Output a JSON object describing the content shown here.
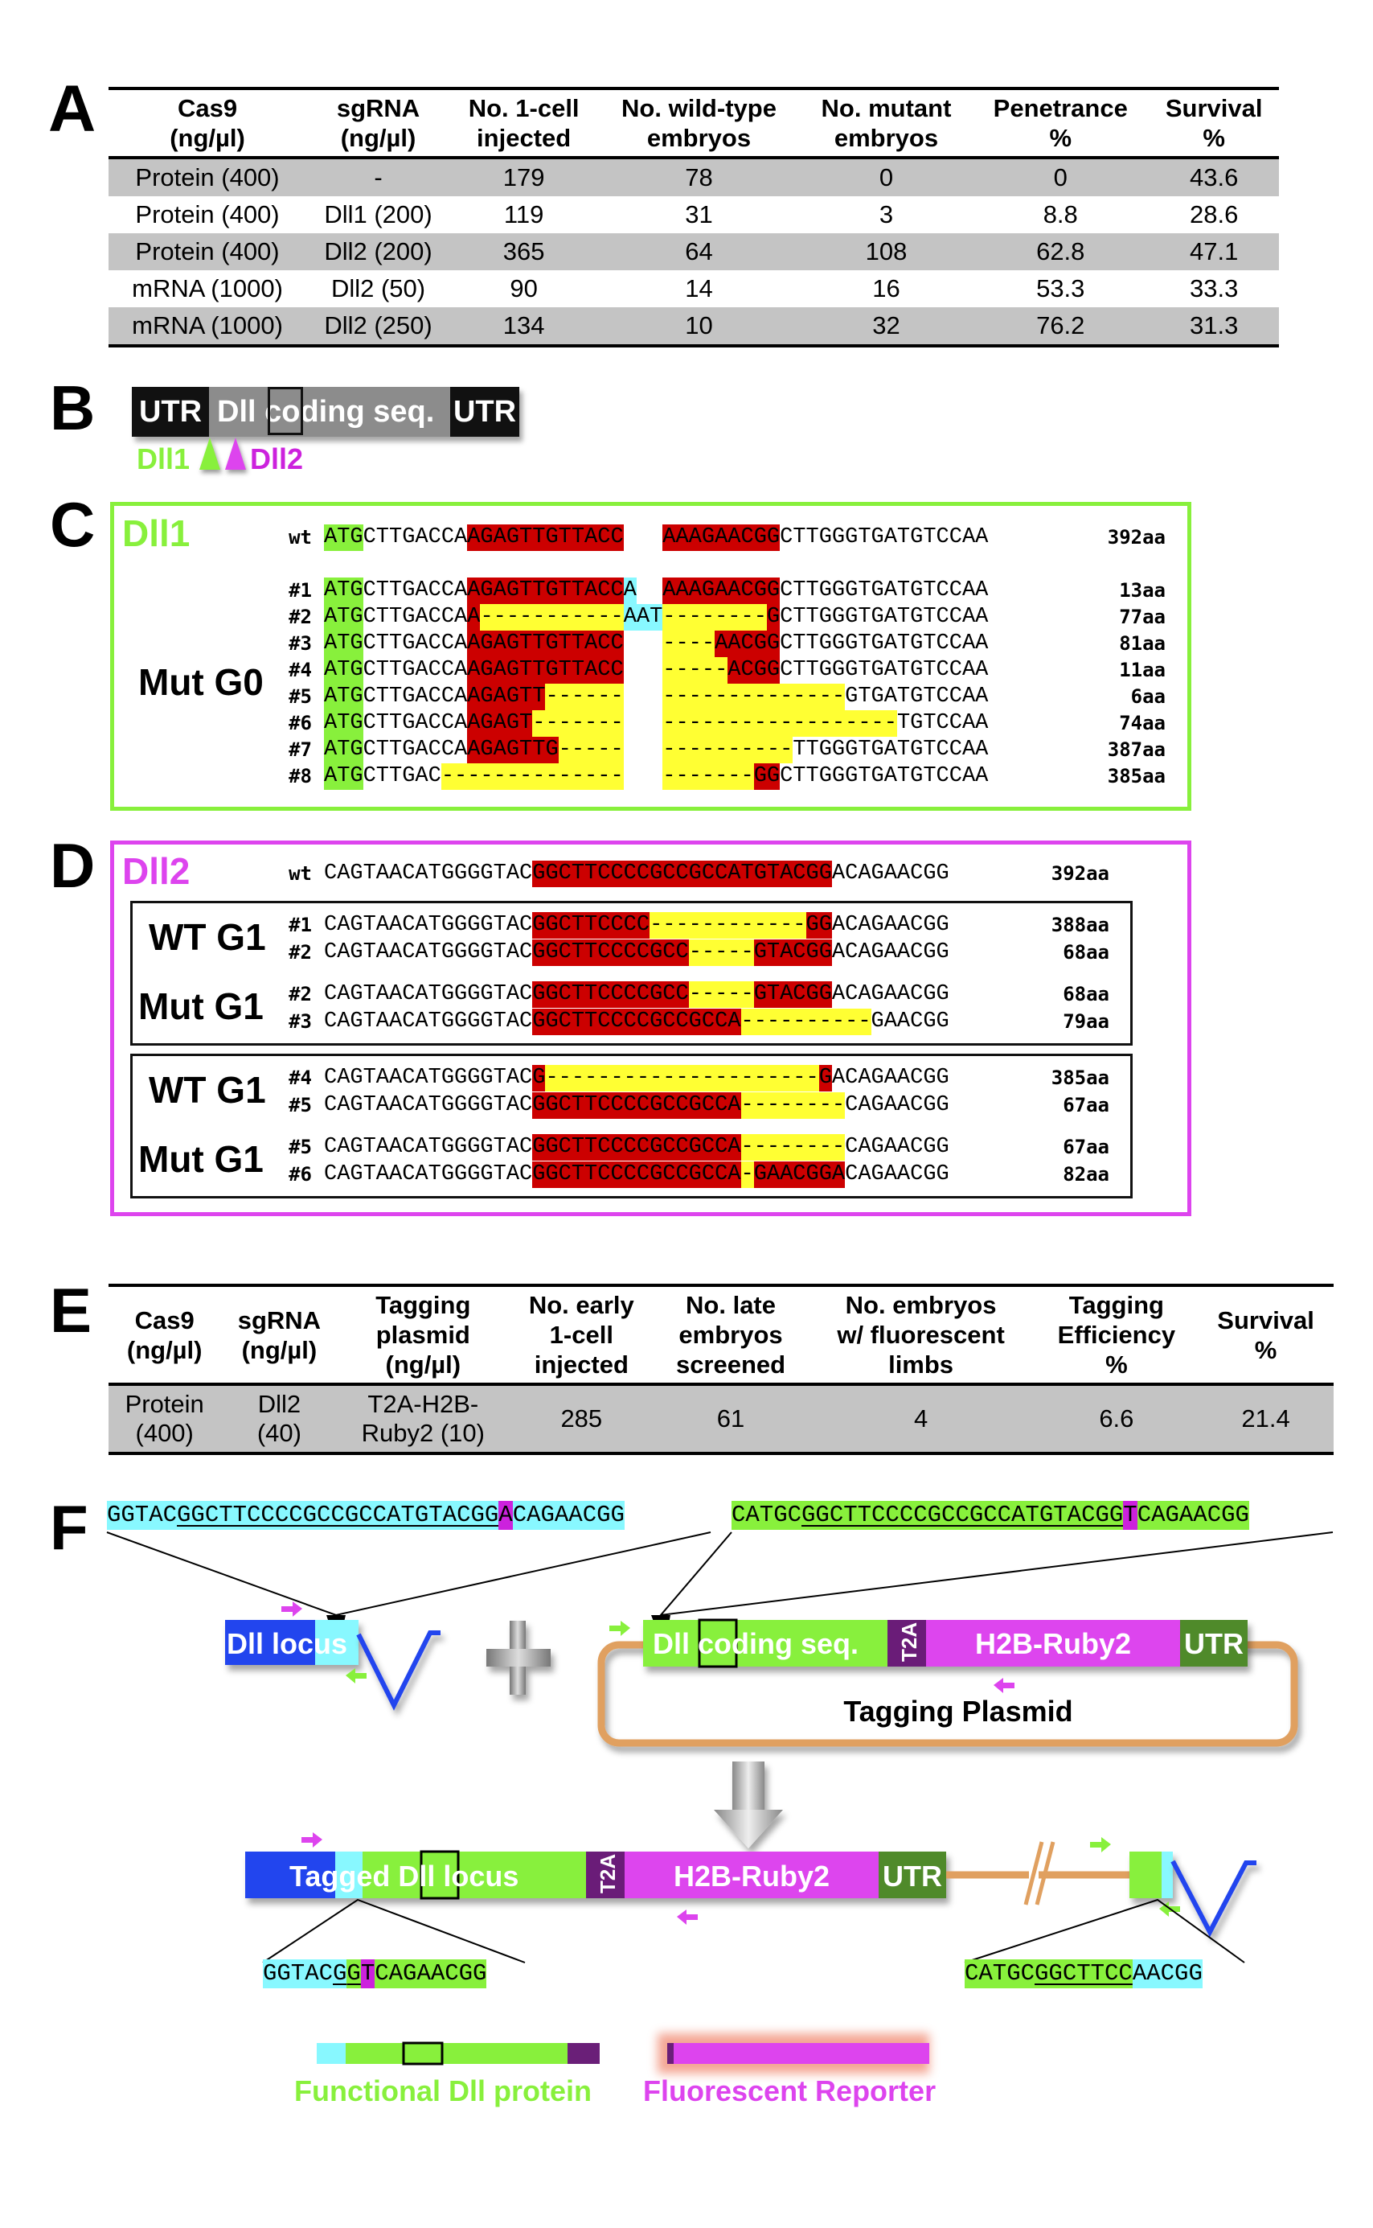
{
  "colors": {
    "green": "#88f03c",
    "magenta": "#dd44ee",
    "cyan": "#88f8ff",
    "red": "#cc0000",
    "yellow": "#ffff33",
    "blue": "#2244ee",
    "purple": "#6a1f78",
    "darkgreen": "#4f8a2a",
    "orange": "#e0a060",
    "gray": "#8c8c8c",
    "table_shade": "#c4c4c4"
  },
  "panelA": {
    "letter": "A",
    "headers": [
      [
        "Cas9",
        "(ng/µl)"
      ],
      [
        "sgRNA",
        "(ng/µl)"
      ],
      [
        "No. 1-cell",
        "injected"
      ],
      [
        "No. wild-type",
        "embryos"
      ],
      [
        "No. mutant",
        "embryos"
      ],
      [
        "Penetrance",
        "%"
      ],
      [
        "Survival",
        "%"
      ]
    ],
    "rows": [
      [
        "Protein (400)",
        "-",
        "179",
        "78",
        "0",
        "0",
        "43.6"
      ],
      [
        "Protein (400)",
        "Dll1 (200)",
        "119",
        "31",
        "3",
        "8.8",
        "28.6"
      ],
      [
        "Protein (400)",
        "Dll2 (200)",
        "365",
        "64",
        "108",
        "62.8",
        "47.1"
      ],
      [
        "mRNA (1000)",
        "Dll2 (50)",
        "90",
        "14",
        "16",
        "53.3",
        "33.3"
      ],
      [
        "mRNA (1000)",
        "Dll2 (250)",
        "134",
        "10",
        "32",
        "76.2",
        "31.3"
      ]
    ]
  },
  "panelB": {
    "letter": "B",
    "utr_left": "UTR",
    "coding_a": "Dll ",
    "coding_b": "coding seq.",
    "utr_right": "UTR",
    "site1": "Dll1",
    "site2": "Dll2"
  },
  "panelC": {
    "letter": "C",
    "gene": "Dll1",
    "group": "Mut G0",
    "rows": [
      {
        "label": "wt",
        "aa": "392aa",
        "segs": [
          [
            "ATG",
            "green"
          ],
          [
            "CTTGACCA",
            ""
          ],
          [
            "AGAGTTGTTACC",
            "red"
          ],
          [
            "   ",
            ""
          ],
          [
            "AAAGAACGG",
            "red"
          ],
          [
            "CTTGGGTGATGTCCAA",
            ""
          ]
        ]
      },
      {
        "label": "#1",
        "aa": "13aa",
        "segs": [
          [
            "ATG",
            "green"
          ],
          [
            "CTTGACCA",
            ""
          ],
          [
            "AGAGTTGTTACC",
            "red"
          ],
          [
            "A",
            "cyan"
          ],
          [
            "  ",
            ""
          ],
          [
            "AAAGAACGG",
            "red"
          ],
          [
            "CTTGGGTGATGTCCAA",
            ""
          ]
        ]
      },
      {
        "label": "#2",
        "aa": "77aa",
        "segs": [
          [
            "ATG",
            "green"
          ],
          [
            "CTTGACCA",
            ""
          ],
          [
            "A",
            "red"
          ],
          [
            "-----------",
            "yellow"
          ],
          [
            "AAT",
            "cyan"
          ],
          [
            "--------",
            "yellow"
          ],
          [
            "G",
            "red"
          ],
          [
            "CTTGGGTGATGTCCAA",
            ""
          ]
        ]
      },
      {
        "label": "#3",
        "aa": "81aa",
        "segs": [
          [
            "ATG",
            "green"
          ],
          [
            "CTTGACCA",
            ""
          ],
          [
            "AGAGTTGTTACC",
            "red"
          ],
          [
            "   ",
            ""
          ],
          [
            "----",
            "yellow"
          ],
          [
            "AACGG",
            "red"
          ],
          [
            "CTTGGGTGATGTCCAA",
            ""
          ]
        ]
      },
      {
        "label": "#4",
        "aa": "11aa",
        "segs": [
          [
            "ATG",
            "green"
          ],
          [
            "CTTGACCA",
            ""
          ],
          [
            "AGAGTTGTTACC",
            "red"
          ],
          [
            "   ",
            ""
          ],
          [
            "-----",
            "yellow"
          ],
          [
            "ACGG",
            "red"
          ],
          [
            "CTTGGGTGATGTCCAA",
            ""
          ]
        ]
      },
      {
        "label": "#5",
        "aa": "6aa",
        "segs": [
          [
            "ATG",
            "green"
          ],
          [
            "CTTGACCA",
            ""
          ],
          [
            "AGAGTT",
            "red"
          ],
          [
            "------",
            "yellow"
          ],
          [
            "   ",
            ""
          ],
          [
            "--------------",
            "yellow"
          ],
          [
            "GTGATGTCCAA",
            ""
          ]
        ]
      },
      {
        "label": "#6",
        "aa": "74aa",
        "segs": [
          [
            "ATG",
            "green"
          ],
          [
            "CTTGACCA",
            ""
          ],
          [
            "AGAGT",
            "red"
          ],
          [
            "-------",
            "yellow"
          ],
          [
            "   ",
            ""
          ],
          [
            "------------------",
            "yellow"
          ],
          [
            "TGTCCAA",
            ""
          ]
        ]
      },
      {
        "label": "#7",
        "aa": "387aa",
        "segs": [
          [
            "ATG",
            "green"
          ],
          [
            "CTTGACCA",
            ""
          ],
          [
            "AGAGTTG",
            "red"
          ],
          [
            "-----",
            "yellow"
          ],
          [
            "   ",
            ""
          ],
          [
            "----------",
            "yellow"
          ],
          [
            "TTGGGTGATGTCCAA",
            ""
          ]
        ]
      },
      {
        "label": "#8",
        "aa": "385aa",
        "segs": [
          [
            "ATG",
            "green"
          ],
          [
            "CTTGAC",
            ""
          ],
          [
            "--------------",
            "yellow"
          ],
          [
            "   ",
            ""
          ],
          [
            "-------",
            "yellow"
          ],
          [
            "GG",
            "red"
          ],
          [
            "CTTGGGTGATGTCCAA",
            ""
          ]
        ]
      }
    ]
  },
  "panelD": {
    "letter": "D",
    "gene": "Dll2",
    "wt": {
      "label": "wt",
      "aa": "392aa",
      "segs": [
        [
          "CAGTAACATGGGGTAC",
          ""
        ],
        [
          "GGCTTCCCCGCCGCCATGTACGG",
          "red"
        ],
        [
          "ACAGAACGG",
          ""
        ]
      ]
    },
    "boxes": [
      {
        "groups": [
          {
            "name": "WT G1",
            "rows": [
              {
                "label": "#1",
                "aa": "388aa",
                "segs": [
                  [
                    "CAGTAACATGGGGTAC",
                    ""
                  ],
                  [
                    "GGCTTCCCC",
                    "red"
                  ],
                  [
                    "------------",
                    "yellow"
                  ],
                  [
                    "GG",
                    "red"
                  ],
                  [
                    "ACAGAACGG",
                    ""
                  ]
                ]
              },
              {
                "label": "#2",
                "aa": "68aa",
                "segs": [
                  [
                    "CAGTAACATGGGGTAC",
                    ""
                  ],
                  [
                    "GGCTTCCCCGCC",
                    "red"
                  ],
                  [
                    "-----",
                    "yellow"
                  ],
                  [
                    "GTACGG",
                    "red"
                  ],
                  [
                    "ACAGAACGG",
                    ""
                  ]
                ]
              }
            ]
          },
          {
            "name": "Mut G1",
            "rows": [
              {
                "label": "#2",
                "aa": "68aa",
                "segs": [
                  [
                    "CAGTAACATGGGGTAC",
                    ""
                  ],
                  [
                    "GGCTTCCCCGCC",
                    "red"
                  ],
                  [
                    "-----",
                    "yellow"
                  ],
                  [
                    "GTACGG",
                    "red"
                  ],
                  [
                    "ACAGAACGG",
                    ""
                  ]
                ]
              },
              {
                "label": "#3",
                "aa": "79aa",
                "segs": [
                  [
                    "CAGTAACATGGGGTAC",
                    ""
                  ],
                  [
                    "GGCTTCCCCGCCGCCA",
                    "red"
                  ],
                  [
                    "----------",
                    "yellow"
                  ],
                  [
                    "GAACGG",
                    ""
                  ]
                ]
              }
            ]
          }
        ]
      },
      {
        "groups": [
          {
            "name": "WT G1",
            "rows": [
              {
                "label": "#4",
                "aa": "385aa",
                "segs": [
                  [
                    "CAGTAACATGGGGTAC",
                    ""
                  ],
                  [
                    "G",
                    "red"
                  ],
                  [
                    "---------------------",
                    "yellow"
                  ],
                  [
                    "G",
                    "red"
                  ],
                  [
                    "ACAGAACGG",
                    ""
                  ]
                ]
              },
              {
                "label": "#5",
                "aa": "67aa",
                "segs": [
                  [
                    "CAGTAACATGGGGTAC",
                    ""
                  ],
                  [
                    "GGCTTCCCCGCCGCCA",
                    "red"
                  ],
                  [
                    "--------",
                    "yellow"
                  ],
                  [
                    "CAGAACGG",
                    ""
                  ]
                ]
              }
            ]
          },
          {
            "name": "Mut G1",
            "rows": [
              {
                "label": "#5",
                "aa": "67aa",
                "segs": [
                  [
                    "CAGTAACATGGGGTAC",
                    ""
                  ],
                  [
                    "GGCTTCCCCGCCGCCA",
                    "red"
                  ],
                  [
                    "--------",
                    "yellow"
                  ],
                  [
                    "CAGAACGG",
                    ""
                  ]
                ]
              },
              {
                "label": "#6",
                "aa": "82aa",
                "segs": [
                  [
                    "CAGTAACATGGGGTAC",
                    ""
                  ],
                  [
                    "GGCTTCCCCGCCGCCA",
                    "red"
                  ],
                  [
                    "-",
                    "yellow"
                  ],
                  [
                    "GAACGGA",
                    "red"
                  ],
                  [
                    "CAGAACGG",
                    ""
                  ]
                ]
              }
            ]
          }
        ]
      }
    ]
  },
  "panelE": {
    "letter": "E",
    "headers": [
      [
        "Cas9",
        "(ng/µl)"
      ],
      [
        "sgRNA",
        "(ng/µl)"
      ],
      [
        "Tagging",
        "plasmid",
        "(ng/µl)"
      ],
      [
        "No. early",
        "1-cell",
        "injected"
      ],
      [
        "No. late",
        "embryos",
        "screened"
      ],
      [
        "No. embryos",
        "w/ fluorescent",
        "limbs"
      ],
      [
        "Tagging",
        "Efficiency",
        "%"
      ],
      [
        "Survival",
        "%"
      ]
    ],
    "rows": [
      [
        [
          "Protein",
          "(400)"
        ],
        [
          "Dll2",
          "(40)"
        ],
        [
          "T2A-H2B-",
          "Ruby2 (10)"
        ],
        [
          "285"
        ],
        [
          "61"
        ],
        [
          "4"
        ],
        [
          "6.6"
        ],
        [
          "21.4"
        ]
      ]
    ]
  },
  "panelF": {
    "letter": "F",
    "seq_locus": [
      [
        "GGTAC",
        "cyan",
        false
      ],
      [
        "GGCTTCCCCGCCGCCATGTACGG",
        "cyan",
        true
      ],
      [
        "A",
        "magenta",
        false
      ],
      [
        "CAGAACGG",
        "cyan",
        false
      ]
    ],
    "seq_plasmid": [
      [
        "CATGC",
        "green",
        false
      ],
      [
        "GGCTTCCCCGCCGCCATGTACGG",
        "green",
        true
      ],
      [
        "T",
        "magenta",
        false
      ],
      [
        "CAGAACGG",
        "green",
        false
      ]
    ],
    "locus_label": "Dll locus",
    "plasmid_coding_a": "Dll ",
    "plasmid_coding_b": "coding seq.",
    "t2a": "T2A",
    "reporter": "H2B-Ruby2",
    "utr": "UTR",
    "plasmid_label": "Tagging Plasmid",
    "tagged_label": "Tagged Dll locus",
    "junction_left": [
      [
        "GGTAC",
        "cyan",
        false
      ],
      [
        "G",
        "cyan",
        true
      ],
      [
        "G",
        "green",
        true
      ],
      [
        "T",
        "magenta",
        false
      ],
      [
        "CAGAACGG",
        "green",
        false
      ]
    ],
    "junction_right": [
      [
        "CATGC",
        "green",
        false
      ],
      [
        "GGCTTCC",
        "green",
        true
      ],
      [
        "AACGG",
        "cyan",
        false
      ]
    ],
    "legend_protein": "Functional Dll protein",
    "legend_reporter": "Fluorescent Reporter"
  }
}
